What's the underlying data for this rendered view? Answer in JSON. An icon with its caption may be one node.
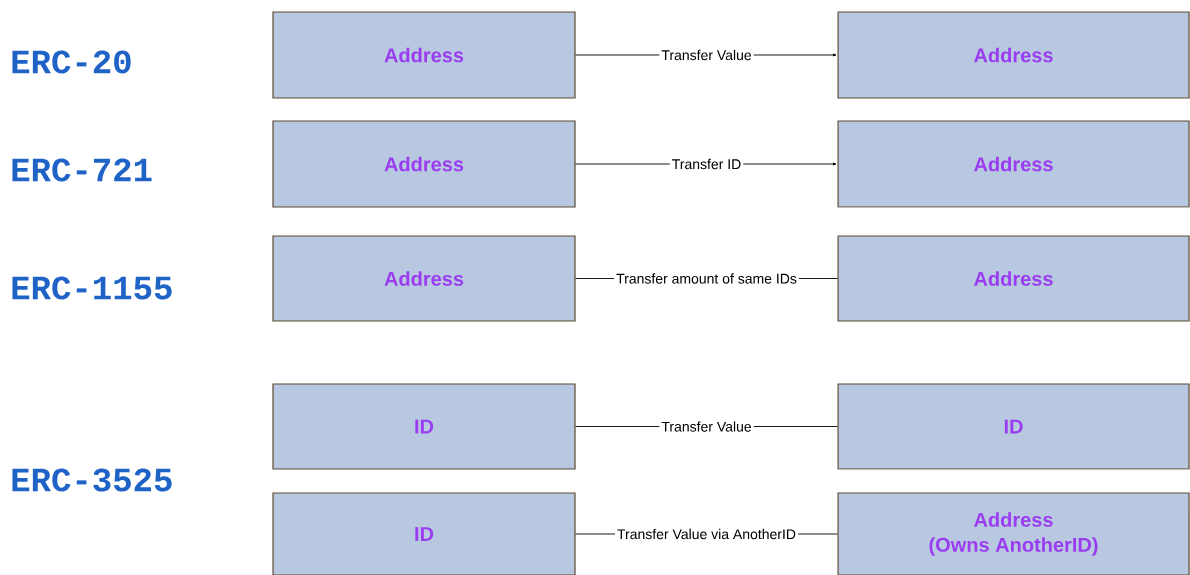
{
  "diagram": {
    "nodes": [
      {
        "text": [
          "Address"
        ]
      },
      {
        "text": [
          "Address"
        ]
      },
      {
        "text": [
          "Address"
        ]
      },
      {
        "text": [
          "Address"
        ]
      },
      {
        "text": [
          "Address"
        ]
      },
      {
        "text": [
          "Address"
        ]
      },
      {
        "text": [
          "ID"
        ]
      },
      {
        "text": [
          "ID"
        ]
      },
      {
        "text": [
          "ID"
        ]
      },
      {
        "text": [
          "Address",
          "(Owns AnotherID)"
        ]
      }
    ],
    "edges": [
      {
        "from": 0,
        "to": 1,
        "arrow": "to",
        "label": "Transfer Value"
      },
      {
        "from": 2,
        "to": 3,
        "arrow": "to",
        "label": "Transfer ID"
      },
      {
        "from": 4,
        "to": 5,
        "arrow": "none",
        "label": "Transfer amount of same IDs"
      },
      {
        "from": 6,
        "to": 7,
        "arrow": "none",
        "label": "Transfer Value"
      },
      {
        "from": 8,
        "to": 9,
        "arrow": "none",
        "label": "Transfer Value via AnotherID"
      }
    ],
    "labels": [
      "ERC-20",
      "ERC-721",
      "ERC-1155",
      "ERC-3525"
    ]
  }
}
